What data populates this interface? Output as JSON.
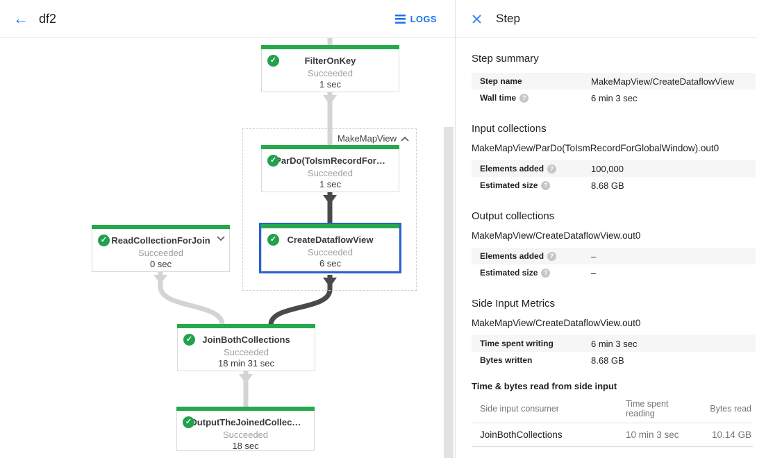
{
  "colors": {
    "accent_blue": "#1a73e8",
    "success_green": "#24a94c",
    "selected_blue": "#2a61d2",
    "edge_light": "#d4d4d4",
    "edge_dark": "#4a4a4a"
  },
  "header": {
    "title": "df2",
    "logs_label": "LOGS"
  },
  "graph": {
    "group_label": "MakeMapView",
    "nodes": {
      "filter": {
        "title": "FilterOnKey",
        "status": "Succeeded",
        "time": "1 sec"
      },
      "pardo": {
        "title": "ParDo(ToIsmRecordFor…",
        "status": "Succeeded",
        "time": "1 sec"
      },
      "create": {
        "title": "CreateDataflowView",
        "status": "Succeeded",
        "time": "6 sec"
      },
      "read": {
        "title": "ReadCollectionForJoin",
        "status": "Succeeded",
        "time": "0 sec"
      },
      "join": {
        "title": "JoinBothCollections",
        "status": "Succeeded",
        "time": "18 min 31 sec"
      },
      "output": {
        "title": "OutputTheJoinedCollec…",
        "status": "Succeeded",
        "time": "18 sec"
      }
    }
  },
  "panel": {
    "title": "Step",
    "summary": {
      "heading": "Step summary",
      "rows": [
        {
          "label": "Step name",
          "value": "MakeMapView/CreateDataflowView"
        },
        {
          "label": "Wall time",
          "value": "6 min 3 sec"
        }
      ]
    },
    "input": {
      "heading": "Input collections",
      "collection": "MakeMapView/ParDo(ToIsmRecordForGlobalWindow).out0",
      "rows": [
        {
          "label": "Elements added",
          "value": "100,000"
        },
        {
          "label": "Estimated size",
          "value": "8.68 GB"
        }
      ]
    },
    "output": {
      "heading": "Output collections",
      "collection": "MakeMapView/CreateDataflowView.out0",
      "rows": [
        {
          "label": "Elements added",
          "value": "–"
        },
        {
          "label": "Estimated size",
          "value": "–"
        }
      ]
    },
    "side": {
      "heading": "Side Input Metrics",
      "collection": "MakeMapView/CreateDataflowView.out0",
      "rows": [
        {
          "label": "Time spent writing",
          "value": "6 min 3 sec"
        },
        {
          "label": "Bytes written",
          "value": "8.68 GB"
        }
      ]
    },
    "side_table": {
      "heading": "Time & bytes read from side input",
      "columns": [
        "Side input consumer",
        "Time spent reading",
        "Bytes read"
      ],
      "rows": [
        [
          "JoinBothCollections",
          "10 min 3 sec",
          "10.14 GB"
        ]
      ]
    }
  },
  "icons": {
    "check": "✓",
    "help": "?",
    "close": "✕",
    "back": "←"
  }
}
